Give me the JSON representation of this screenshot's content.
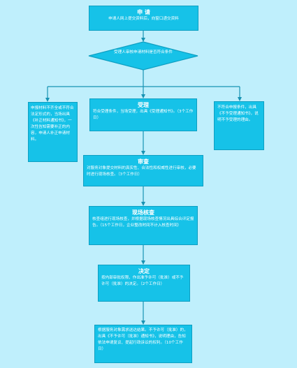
{
  "apply": {
    "title": "申 请",
    "body": "申请人网上提交资料后，向窗口递交资料"
  },
  "review_decision": {
    "text": "受理人审核申请材料是否符合条件"
  },
  "incomplete": {
    "body": "申报材料不齐全或不符合法定形式的，当场出具《补正材料通知书》，一次性告知需要补正的内容，申请人补正申请材料。"
  },
  "accept": {
    "title": "受理",
    "body": "符合受理条件，当场受理，出具《受理通知书》。（3个工作日）"
  },
  "reject": {
    "body": "不符合申报条件，出具《不予受理通知书》，说明不予受理的理由。"
  },
  "examine": {
    "title": "审查",
    "body": "对服务对象提交材料的真实性、合法性和权威性进行审核，必要时进行现场核查。（3个工作日）"
  },
  "site_check": {
    "title": "现场核查",
    "body": "核查组进行现场核查，并根据现场核查情况出具综合评定报告。（15个工作日，企业整改时间不计入核查时间）"
  },
  "decision": {
    "title": "决定",
    "body": "按内部审批权限，作出准予许可（批准）或不予许可（批准）的决定。（2个工作日）"
  },
  "notify": {
    "body": "根据服务对象需求送达结果。不予许可（批准）的，出具《不予许可（批准）通知书》，说明理由，告知依法申请复议、提起行政诉讼的权利。（10个工作日）"
  },
  "colors": {
    "background": "#bfeffc",
    "box_fill": "#16c2e8",
    "box_border": "#0e9fc2",
    "arrow": "#1793b3"
  }
}
